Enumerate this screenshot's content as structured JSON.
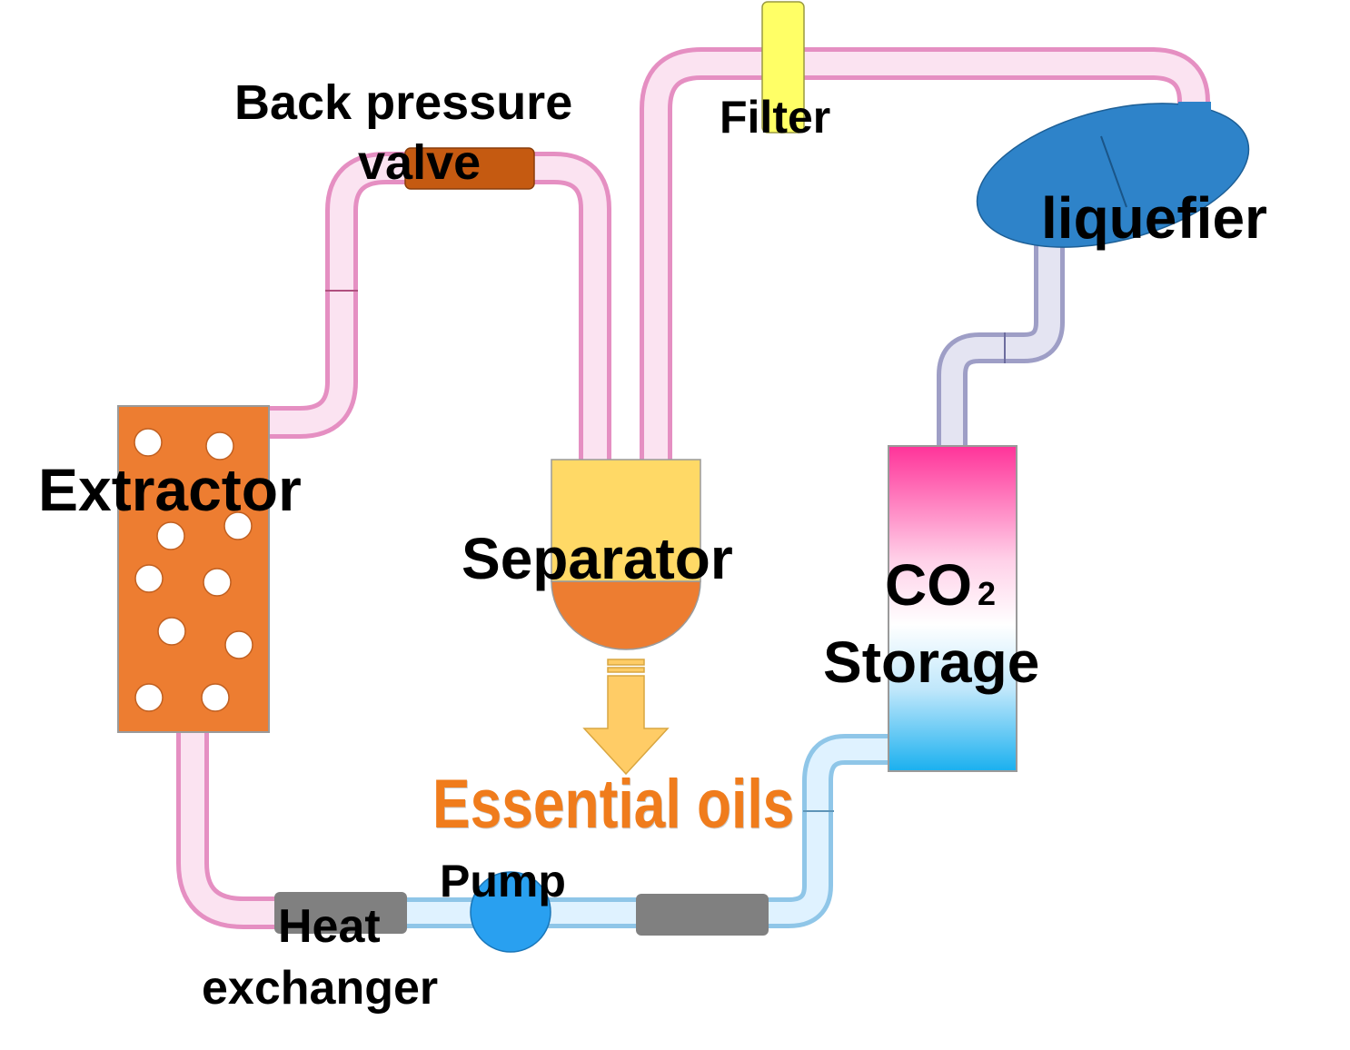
{
  "labels": {
    "back_pressure_valve_line1": "Back pressure",
    "back_pressure_valve_line2": "valve",
    "filter": "Filter",
    "liquefier": "liquefier",
    "extractor": "Extractor",
    "separator": "Separator",
    "co2": "CO",
    "co2_subscript": "2",
    "storage": "Storage",
    "essential_oils": "Essential oils",
    "pump": "Pump",
    "heat_exchanger_line1": "Heat",
    "heat_exchanger_line2": "exchanger"
  },
  "colors": {
    "pipe_pink": "#f6b7dc",
    "pipe_blue": "#bfe6ff",
    "pipe_lavender": "#d9d9ee",
    "extractor": "#ed7d31",
    "separator_top": "#ffd966",
    "separator_bottom": "#ed7d31",
    "valve": "#c55a11",
    "filter": "#ffff66",
    "liquefier": "#2e83c9",
    "storage_top": "#ff3399",
    "storage_bottom": "#1ab0ef",
    "pump": "#29a0f0",
    "heat_exchanger": "#808080",
    "arrow": "#ffcc66",
    "essential_oils_text": "#f07c1c"
  }
}
